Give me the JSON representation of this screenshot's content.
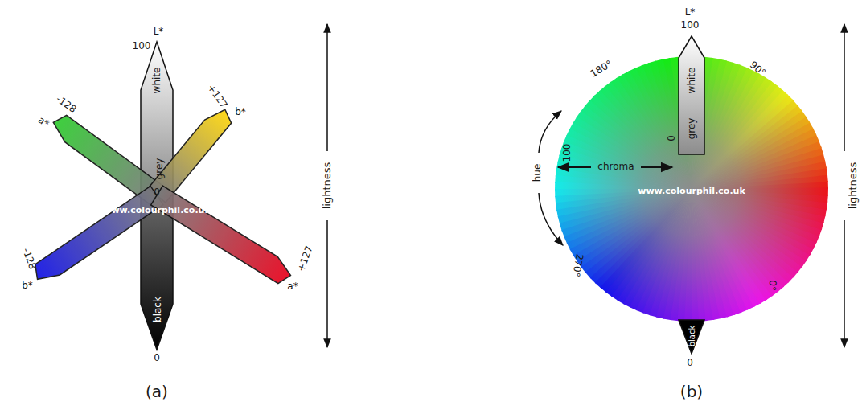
{
  "diagram": {
    "labels": [
      "L*",
      "100",
      "white",
      "grey",
      "0",
      "www.colourphil.co.uk",
      "black",
      "0",
      "a*",
      "-128",
      "+127",
      "b*",
      "-128",
      "b*",
      "+127",
      "a*",
      "lightness",
      "(a)",
      "L*",
      "100",
      "white",
      "grey",
      "0",
      "180°",
      "90°",
      "hue",
      "100",
      "chroma",
      "www.colourphil.co.uk",
      "270°",
      "0°",
      "black",
      "0",
      "lightness",
      "(b)"
    ]
  }
}
